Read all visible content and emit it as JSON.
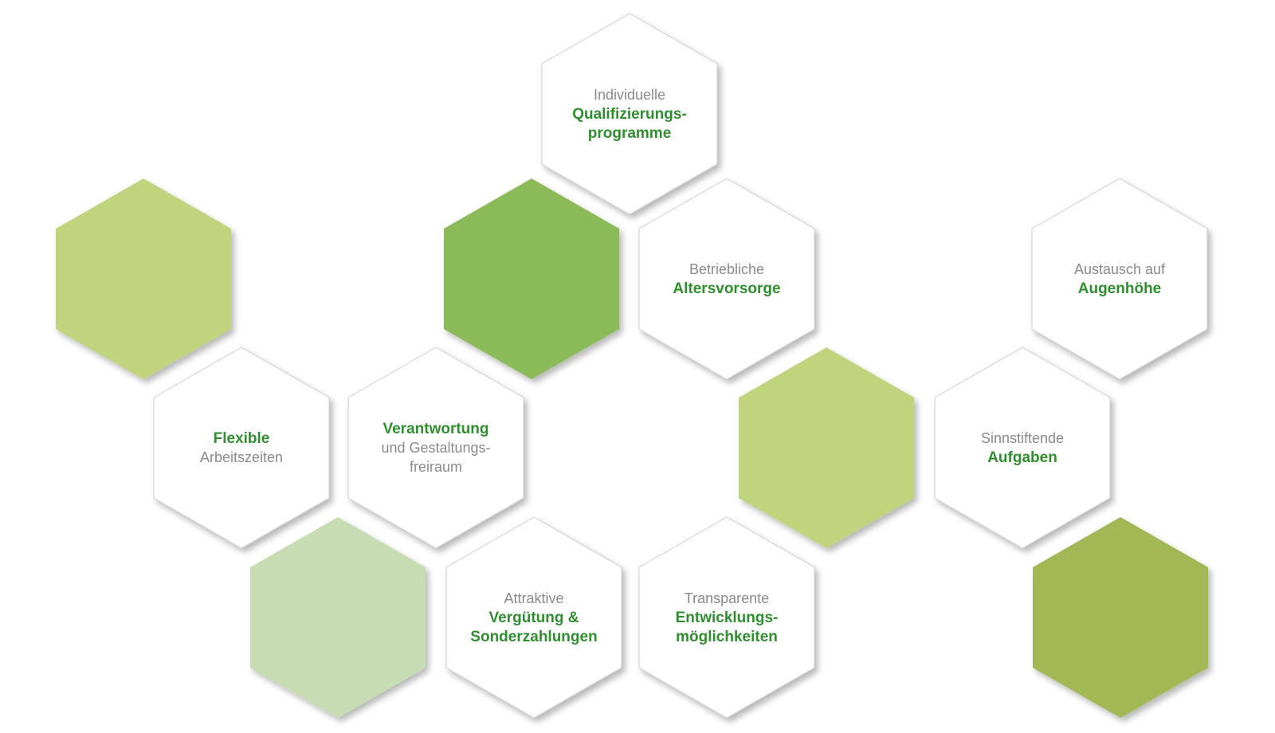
{
  "colors": {
    "white_fill": "#ffffff",
    "outline": "#cfcfcf",
    "accent_text": "#2f8f2f",
    "muted_text": "#8a8a8a"
  },
  "hexagons": [
    {
      "id": "qualifizierung",
      "fill": "#ffffff",
      "lines": [
        {
          "text": "Individuelle",
          "style": "light"
        },
        {
          "text": "Qualifizierungs-",
          "style": "bold"
        },
        {
          "text": "programme",
          "style": "bold"
        }
      ]
    },
    {
      "id": "green-left",
      "fill": "#c0d47e",
      "lines": []
    },
    {
      "id": "green-center",
      "fill": "#8bbb58",
      "lines": []
    },
    {
      "id": "altersvorsorge",
      "fill": "#ffffff",
      "lines": [
        {
          "text": "Betriebliche",
          "style": "light"
        },
        {
          "text": "Altersvorsorge",
          "style": "bold"
        }
      ]
    },
    {
      "id": "augenhoehe",
      "fill": "#ffffff",
      "lines": [
        {
          "text": "Austausch auf",
          "style": "light"
        },
        {
          "text": "Augenhöhe",
          "style": "bold"
        }
      ]
    },
    {
      "id": "flexible",
      "fill": "#ffffff",
      "lines": [
        {
          "text": "Flexible",
          "style": "bold"
        },
        {
          "text": "Arbeitszeiten",
          "style": "light"
        }
      ]
    },
    {
      "id": "verantwortung",
      "fill": "#ffffff",
      "lines": [
        {
          "text": "Verantwortung",
          "style": "bold"
        },
        {
          "text": "und Gestaltungs-",
          "style": "light"
        },
        {
          "text": "freiraum",
          "style": "light"
        }
      ]
    },
    {
      "id": "green-mid-right",
      "fill": "#c0d47e",
      "lines": []
    },
    {
      "id": "sinnstiftende",
      "fill": "#ffffff",
      "lines": [
        {
          "text": "Sinnstiftende",
          "style": "light"
        },
        {
          "text": "Aufgaben",
          "style": "bold"
        }
      ]
    },
    {
      "id": "green-bottom-left",
      "fill": "#c7dcb3",
      "lines": []
    },
    {
      "id": "verguetung",
      "fill": "#ffffff",
      "lines": [
        {
          "text": "Attraktive",
          "style": "light"
        },
        {
          "text": "Vergütung &",
          "style": "bold"
        },
        {
          "text": "Sonderzahlungen",
          "style": "bold"
        }
      ]
    },
    {
      "id": "entwicklung",
      "fill": "#ffffff",
      "lines": [
        {
          "text": "Transparente",
          "style": "light"
        },
        {
          "text": "Entwicklungs-",
          "style": "bold"
        },
        {
          "text": "möglichkeiten",
          "style": "bold"
        }
      ]
    },
    {
      "id": "green-bottom-right",
      "fill": "#a2b855",
      "lines": []
    }
  ]
}
